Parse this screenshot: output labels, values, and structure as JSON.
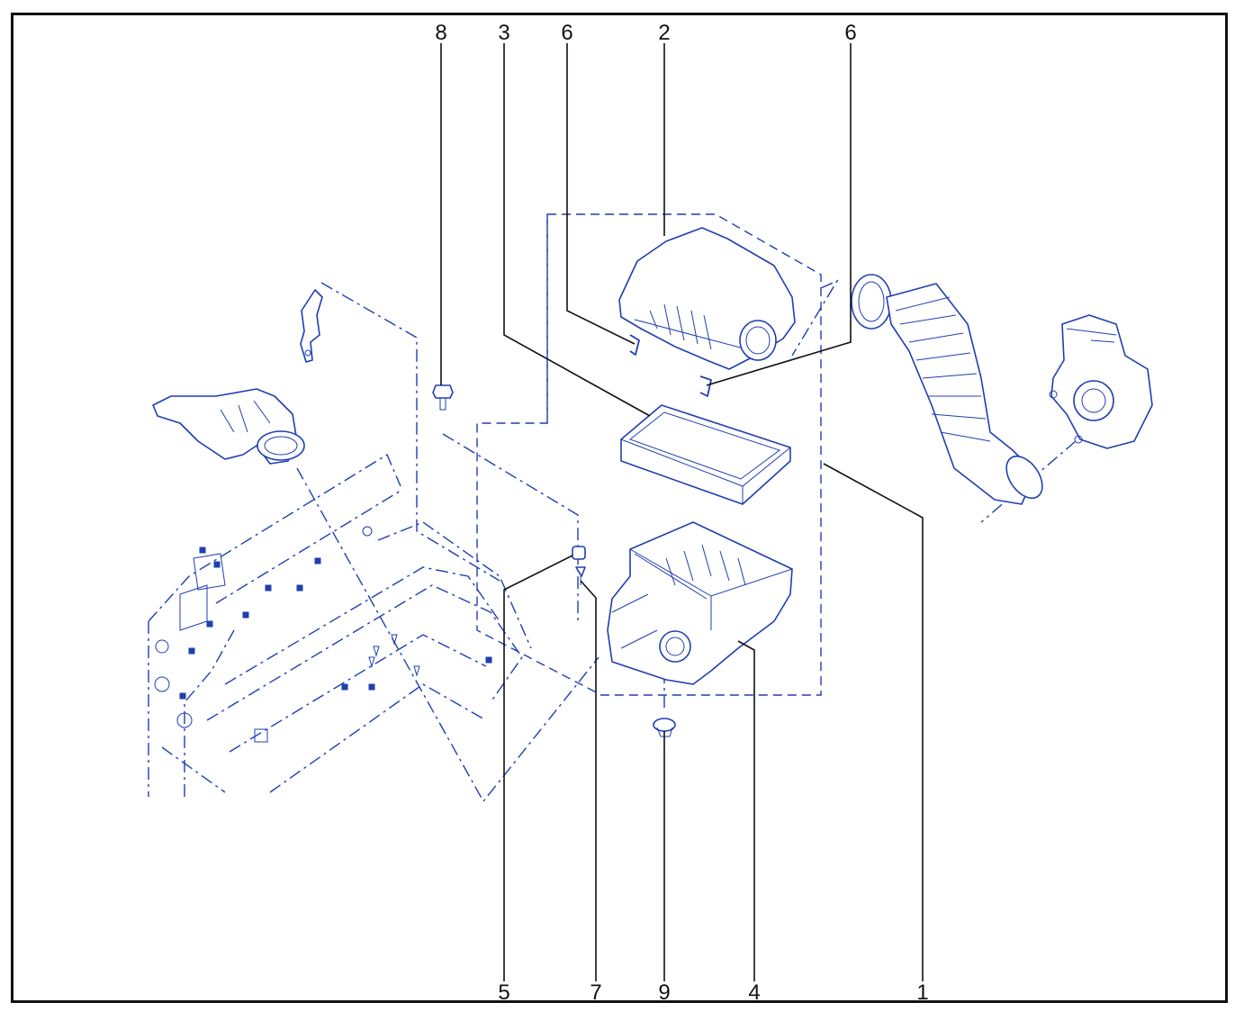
{
  "colors": {
    "line": "#1f3fb0",
    "callout": "#111111",
    "frame": "#111111",
    "background": "#ffffff"
  },
  "callouts": [
    {
      "id": "c8",
      "label": "8"
    },
    {
      "id": "c3",
      "label": "3"
    },
    {
      "id": "c6a",
      "label": "6"
    },
    {
      "id": "c2",
      "label": "2"
    },
    {
      "id": "c6b",
      "label": "6"
    },
    {
      "id": "c5",
      "label": "5"
    },
    {
      "id": "c7",
      "label": "7"
    },
    {
      "id": "c9",
      "label": "9"
    },
    {
      "id": "c4",
      "label": "4"
    },
    {
      "id": "c1",
      "label": "1"
    }
  ]
}
